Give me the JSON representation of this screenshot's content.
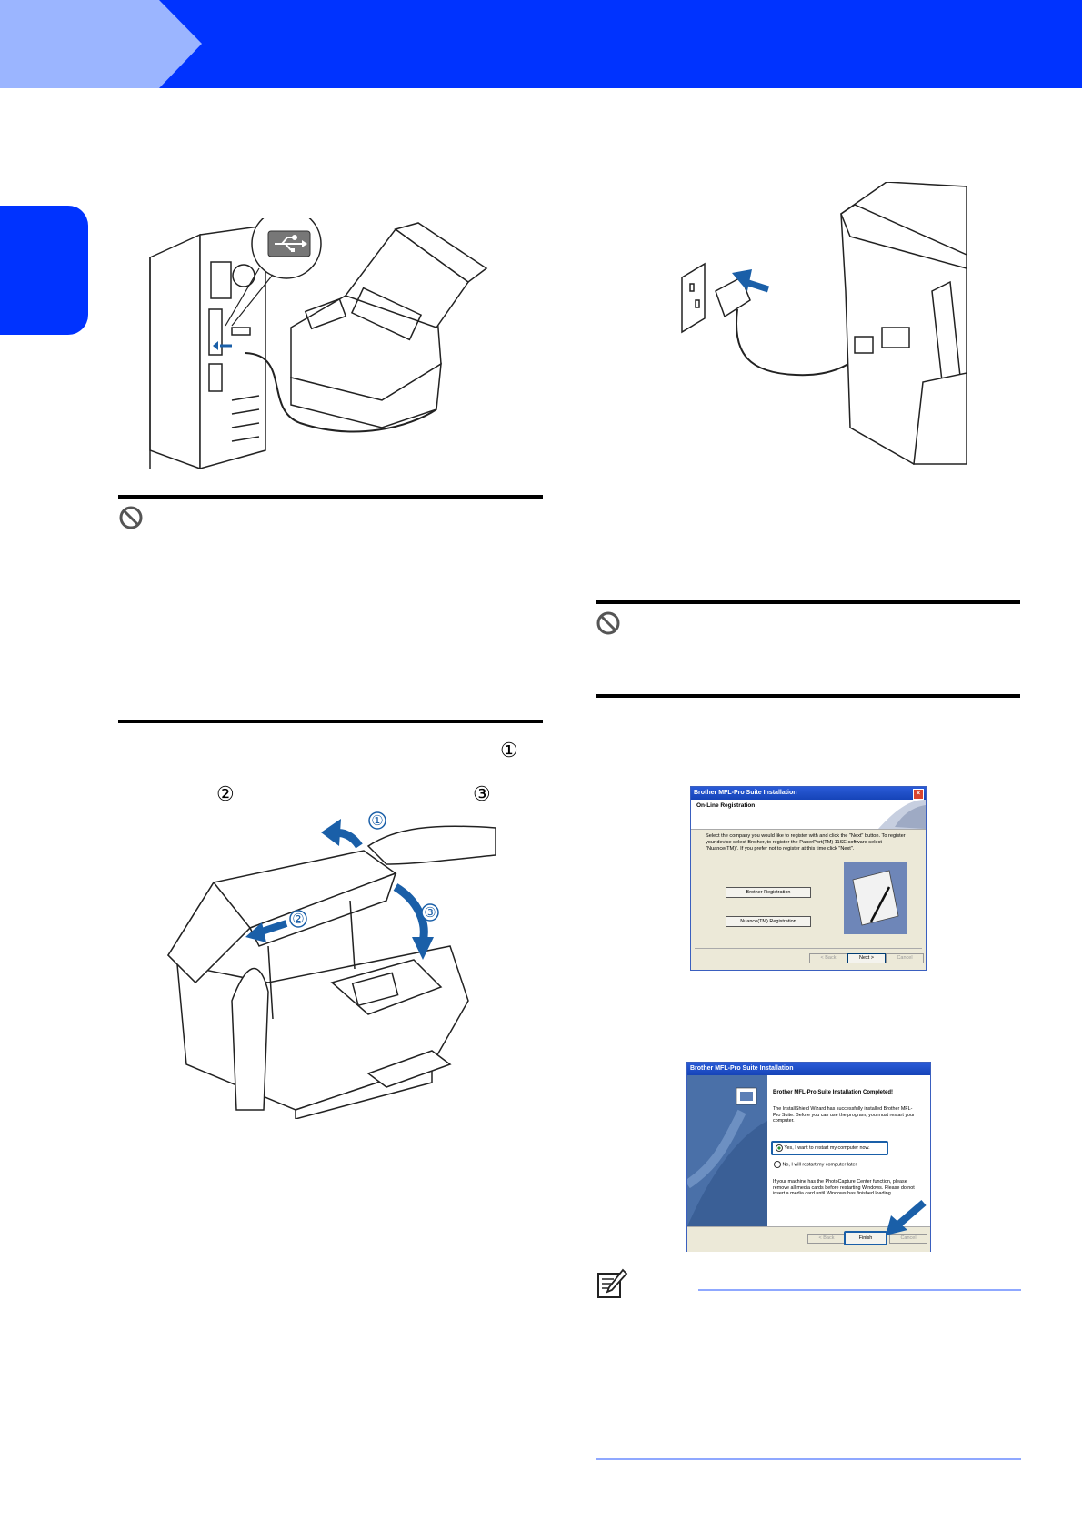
{
  "page": {
    "step_markers": {
      "top_right_one": "①",
      "mid_two": "②",
      "mid_three": "③"
    }
  },
  "illustration_usb": {
    "callout_icon": "usb-icon"
  },
  "illustration_scanner": {
    "labels": [
      "①",
      "②",
      "③"
    ]
  },
  "warning_icons": [
    "prohibited-icon",
    "prohibited-icon"
  ],
  "dialog_registration": {
    "title": "Brother MFL-Pro Suite Installation",
    "heading": "On-Line Registration",
    "body": "Select the company you would like to register with and click the \"Next\" button. To register your device select Brother, to register the PaperPort(TM) 11SE software select \"Nuance(TM)\". If you prefer not to register at this time click \"Next\".",
    "button_brother": "Brother Registration",
    "button_nuance": "Nuance(TM) Registration",
    "button_back": "< Back",
    "button_next": "Next >",
    "button_cancel": "Cancel"
  },
  "dialog_complete": {
    "title": "Brother MFL-Pro Suite Installation",
    "heading": "Brother MFL-Pro Suite Installation Completed!",
    "body": "The InstallShield Wizard has successfully installed Brother MFL-Pro Suite. Before you can use the program, you must restart your computer.",
    "option_yes": "Yes, I want to restart my computer now.",
    "option_no": "No, I will restart my computer later.",
    "note": "If your machine has the PhotoCapture Center function, please remove all media cards before restarting Windows. Please do not insert a media card until Windows has finished loading.",
    "button_back": "< Back",
    "button_finish": "Finish",
    "button_cancel": "Cancel"
  },
  "note_icon": "note-pencil-icon",
  "colors": {
    "banner": "#0033ff",
    "chevron": "#9bb5ff",
    "accent_blue": "#1a5fa8",
    "note_rule": "#8fa8ff"
  }
}
